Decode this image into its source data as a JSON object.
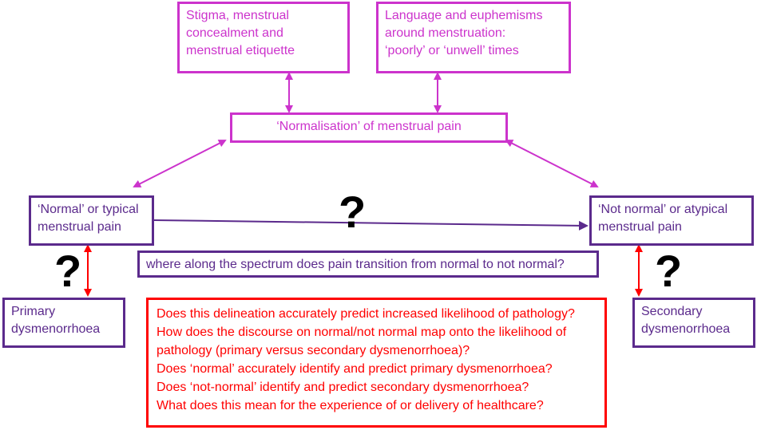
{
  "colors": {
    "pink": "#cc33cc",
    "purple": "#5b2a8c",
    "red": "#ff0000",
    "black": "#000000"
  },
  "boxes": {
    "stigma": "Stigma, menstrual\nconcealment and\nmenstrual etiquette",
    "language": "Language and euphemisms\naround menstruation:\n‘poorly’ or ‘unwell’ times",
    "normalisation": "‘Normalisation’ of menstrual pain",
    "normal": "‘Normal’ or typical\nmenstrual pain",
    "not_normal": "‘Not normal’ or atypical\nmenstrual pain",
    "spectrum": "where along the spectrum does pain transition from normal to not normal?",
    "primary": "Primary\ndysmenorrhoea",
    "secondary": "Secondary\ndysmenorrhoea"
  },
  "questions": [
    "Does this delineation accurately predict increased likelihood of pathology?",
    "How does the discourse on normal/not normal map onto the likelihood of",
    "pathology (primary versus secondary dysmenorrhoea)?",
    "Does ‘normal’ accurately identify and predict primary dysmenorrhoea?",
    "Does ‘not-normal’ identify and predict secondary dysmenorrhoea?",
    "What does this mean for the experience of or delivery of healthcare?"
  ],
  "marks": {
    "q_center": "?",
    "q_left": "?",
    "q_right": "?"
  }
}
